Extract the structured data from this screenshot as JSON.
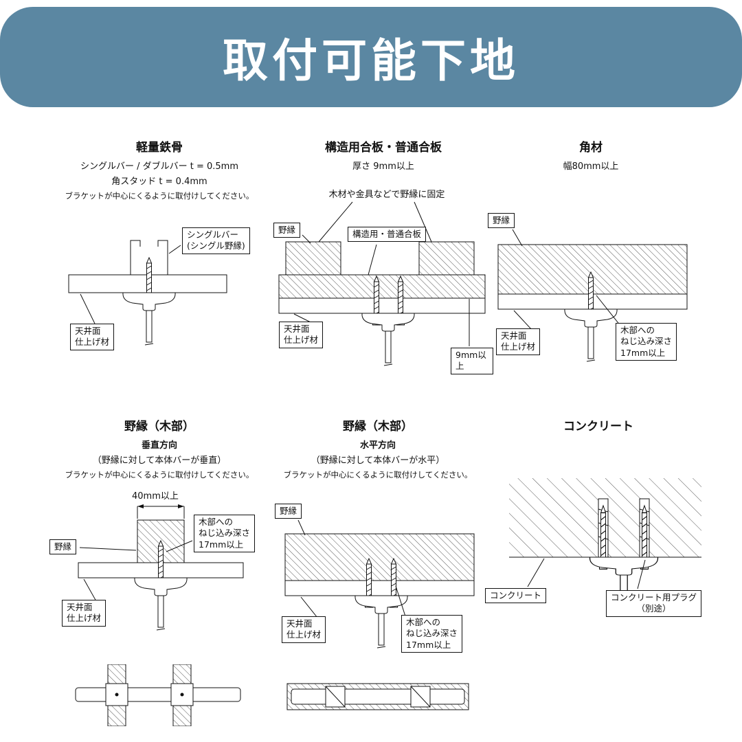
{
  "page": {
    "title": "取付可能下地"
  },
  "colors": {
    "banner": "#5b87a2",
    "ink": "#111111"
  },
  "panels": {
    "lightweight_steel": {
      "title": "軽量鉄骨",
      "sub1": "シングルバー / ダブルバー t = 0.5mm",
      "sub2": "角スタッド t = 0.4mm",
      "note": "ブラケットが中心にくるように取付けしてください。",
      "label_single_bar": "シングルバー\n(シングル野縁)",
      "label_ceiling": "天井面\n仕上げ材"
    },
    "plywood": {
      "title": "構造用合板・普通合板",
      "sub1": "厚さ 9mm以上",
      "annotation": "木材や金具などで野縁に固定",
      "label_nobuchi": "野縁",
      "label_board": "構造用・普通合板",
      "label_ceiling": "天井面\n仕上げ材",
      "label_depth": "9mm以上"
    },
    "square_lumber": {
      "title": "角材",
      "sub1": "幅80mm以上",
      "label_nobuchi": "野縁",
      "label_ceiling": "天井面\n仕上げ材",
      "label_screw_depth": "木部への\nねじ込み深さ\n17mm以上"
    },
    "joist_vertical": {
      "title": "野縁（木部）",
      "sub1": "垂直方向",
      "sub2": "（野縁に対して本体バーが垂直）",
      "note": "ブラケットが中心にくるように取付けしてください。",
      "dim": "40mm以上",
      "label_nobuchi": "野縁",
      "label_screw_depth": "木部への\nねじ込み深さ\n17mm以上",
      "label_ceiling": "天井面\n仕上げ材"
    },
    "joist_horizontal": {
      "title": "野縁（木部）",
      "sub1": "水平方向",
      "sub2": "（野縁に対して本体バーが水平）",
      "note": "ブラケットが中心にくるように取付けしてください。",
      "label_nobuchi": "野縁",
      "label_ceiling": "天井面\n仕上げ材",
      "label_screw_depth": "木部への\nねじ込み深さ\n17mm以上"
    },
    "concrete": {
      "title": "コンクリート",
      "label_concrete": "コンクリート",
      "label_plug": "コンクリート用プラグ\n（別途）"
    }
  }
}
